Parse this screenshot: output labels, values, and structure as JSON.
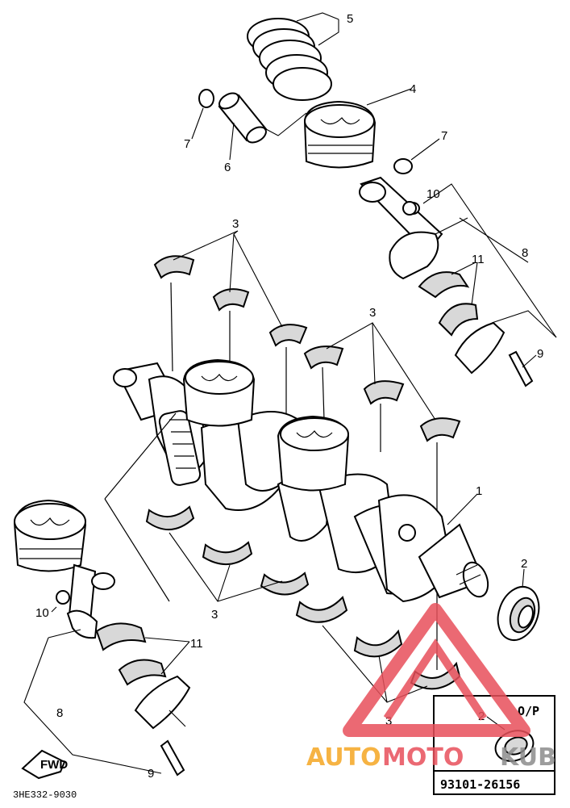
{
  "callouts": {
    "c1": "1",
    "c2": "2",
    "c3": "3",
    "c4": "4",
    "c5": "5",
    "c6": "6",
    "c7": "7",
    "c8": "8",
    "c9": "9",
    "c10": "10",
    "c11": "11"
  },
  "fwd_label": "FWD",
  "diagram_code": "3HE332-9030",
  "op_box": {
    "title": "O/P",
    "part_number": "93101-26156",
    "callout": "2"
  },
  "watermark": {
    "text_left": "AUTO",
    "text_mid": "MOTO",
    "text_right": "KUB"
  },
  "colors": {
    "ink": "#000000",
    "watermark_red": "#e8505b",
    "watermark_orange": "#f5a623",
    "watermark_gray": "#8c8c8c"
  }
}
